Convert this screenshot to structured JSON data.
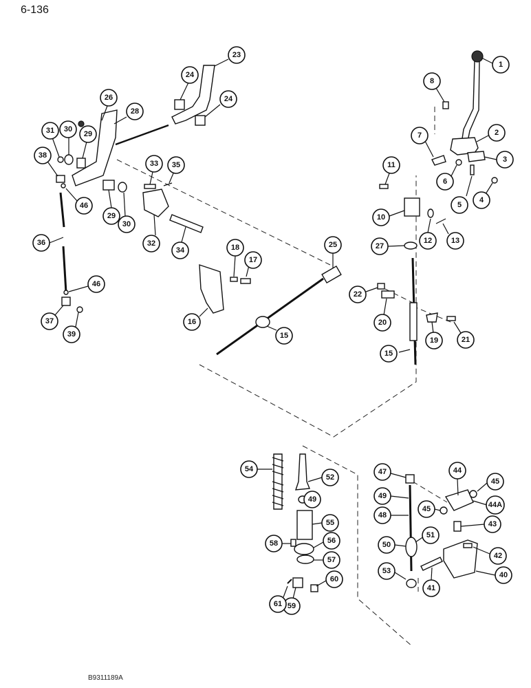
{
  "page_number": "6-136",
  "figure_code": "B9311189A",
  "callouts": {
    "c1": "1",
    "c2": "2",
    "c3": "3",
    "c4": "4",
    "c5": "5",
    "c6": "6",
    "c7": "7",
    "c8": "8",
    "c10": "10",
    "c11": "11",
    "c12": "12",
    "c13": "13",
    "c15a": "15",
    "c15b": "15",
    "c16": "16",
    "c17": "17",
    "c18": "18",
    "c19": "19",
    "c20": "20",
    "c21": "21",
    "c22": "22",
    "c23": "23",
    "c24a": "24",
    "c24b": "24",
    "c25": "25",
    "c26": "26",
    "c27": "27",
    "c28": "28",
    "c29a": "29",
    "c29b": "29",
    "c30a": "30",
    "c30b": "30",
    "c31": "31",
    "c32": "32",
    "c33": "33",
    "c34": "34",
    "c35": "35",
    "c36": "36",
    "c37": "37",
    "c38": "38",
    "c39": "39",
    "c40": "40",
    "c41": "41",
    "c42": "42",
    "c43": "43",
    "c44": "44",
    "c44a": "44A",
    "c45a": "45",
    "c45b": "45",
    "c46a": "46",
    "c46b": "46",
    "c47": "47",
    "c48": "48",
    "c49a": "49",
    "c49b": "49",
    "c50": "50",
    "c51": "51",
    "c52": "52",
    "c53": "53",
    "c54": "54",
    "c55": "55",
    "c56": "56",
    "c57": "57",
    "c58": "58",
    "c59": "59",
    "c60": "60",
    "c61": "61"
  }
}
